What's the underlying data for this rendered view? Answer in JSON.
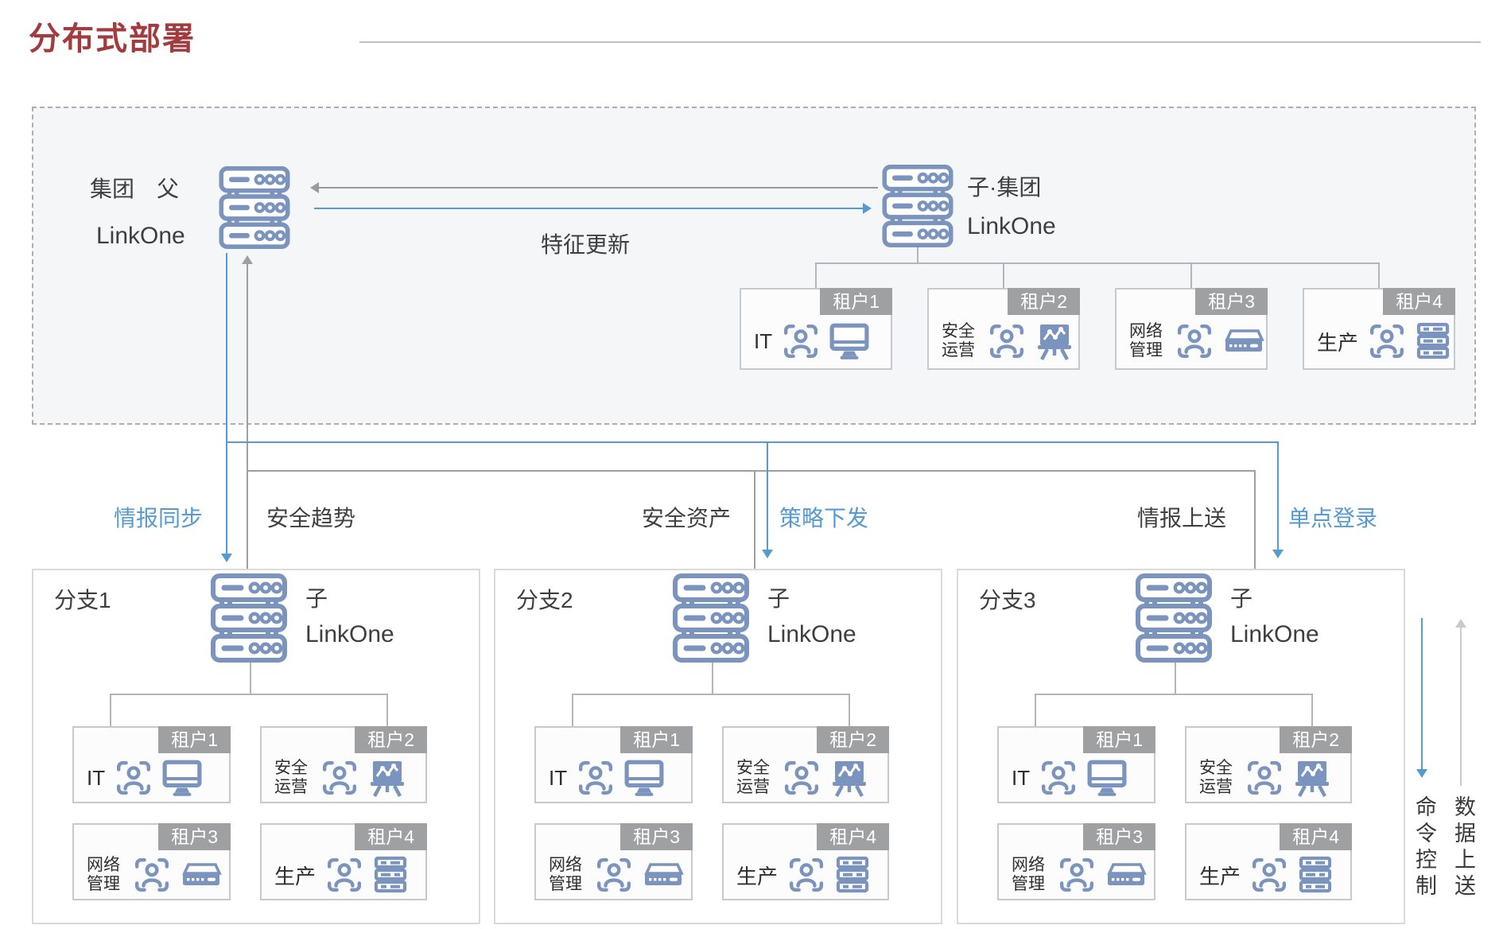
{
  "page": {
    "title": "分布式部署"
  },
  "colors": {
    "title_red": "#A23B3D",
    "accent_blue": "#569AD2",
    "icon_blue": "#7B94BE",
    "line_gray": "#9D9FA1",
    "light_gray": "#C9CACC",
    "tag_gray": "#9EA0A1",
    "text_dark": "#3F3F41",
    "section_bg": "#F5F6F8"
  },
  "top_section": {
    "parent": {
      "title": "集团　父",
      "subtitle": "LinkOne"
    },
    "child": {
      "title": "子·集团",
      "subtitle": "LinkOne"
    },
    "link_label": "特征更新",
    "tenants": [
      {
        "tag": "租户1",
        "label": "IT",
        "icon": "monitor-icon"
      },
      {
        "tag": "租户2",
        "label": "安全运营",
        "icon": "presentation-board-icon"
      },
      {
        "tag": "租户3",
        "label": "网络管理",
        "icon": "router-icon"
      },
      {
        "tag": "租户4",
        "label": "生产",
        "icon": "server-rack-icon"
      }
    ]
  },
  "flow_labels": [
    {
      "label": "情报同步",
      "color": "blue",
      "direction": "down-to-branch1"
    },
    {
      "label": "安全趋势",
      "color": "dark",
      "direction": "up-to-parent"
    },
    {
      "label": "安全资产",
      "color": "dark",
      "direction": "up-from-branch2"
    },
    {
      "label": "策略下发",
      "color": "blue",
      "direction": "down-to-branch2"
    },
    {
      "label": "情报上送",
      "color": "dark",
      "direction": "up-from-branch3"
    },
    {
      "label": "单点登录",
      "color": "blue",
      "direction": "down-to-branch3"
    }
  ],
  "branches": [
    {
      "name": "分支1",
      "server_title": "子",
      "server_subtitle": "LinkOne",
      "tenants": [
        {
          "tag": "租户1",
          "label": "IT",
          "icon": "monitor-icon"
        },
        {
          "tag": "租户2",
          "label": "安全运营",
          "icon": "presentation-board-icon"
        },
        {
          "tag": "租户3",
          "label": "网络管理",
          "icon": "router-icon"
        },
        {
          "tag": "租户4",
          "label": "生产",
          "icon": "server-rack-icon"
        }
      ]
    },
    {
      "name": "分支2",
      "server_title": "子",
      "server_subtitle": "LinkOne",
      "tenants": [
        {
          "tag": "租户1",
          "label": "IT",
          "icon": "monitor-icon"
        },
        {
          "tag": "租户2",
          "label": "安全运营",
          "icon": "presentation-board-icon"
        },
        {
          "tag": "租户3",
          "label": "网络管理",
          "icon": "router-icon"
        },
        {
          "tag": "租户4",
          "label": "生产",
          "icon": "server-rack-icon"
        }
      ]
    },
    {
      "name": "分支3",
      "server_title": "子",
      "server_subtitle": "LinkOne",
      "tenants": [
        {
          "tag": "租户1",
          "label": "IT",
          "icon": "monitor-icon"
        },
        {
          "tag": "租户2",
          "label": "安全运营",
          "icon": "presentation-board-icon"
        },
        {
          "tag": "租户3",
          "label": "网络管理",
          "icon": "router-icon"
        },
        {
          "tag": "租户4",
          "label": "生产",
          "icon": "server-rack-icon"
        }
      ]
    }
  ],
  "side_flows": {
    "down": "命令控制",
    "up": "数据上送"
  }
}
